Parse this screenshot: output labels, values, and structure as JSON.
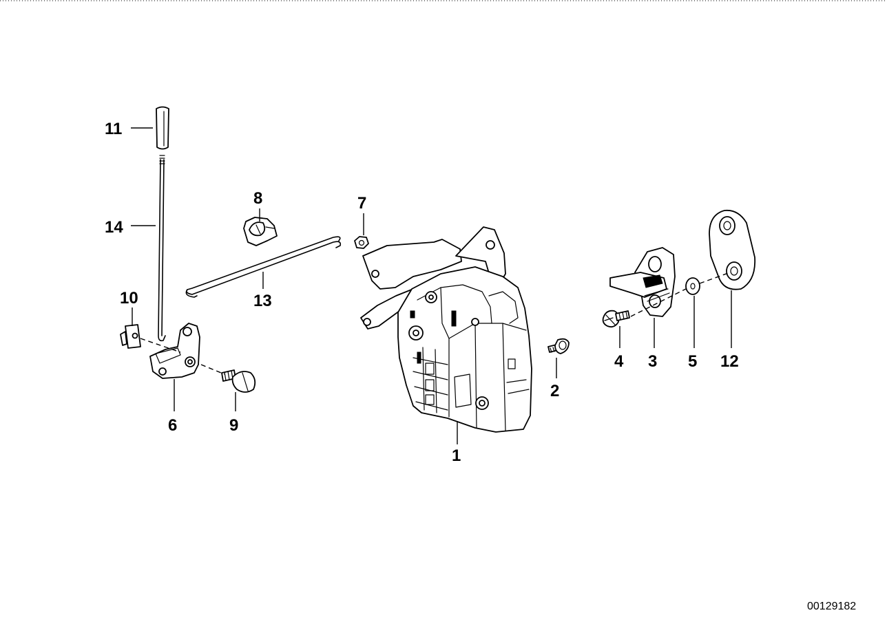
{
  "diagram": {
    "drawing_number": "00129182",
    "callouts": [
      {
        "id": "1",
        "label": "1"
      },
      {
        "id": "2",
        "label": "2"
      },
      {
        "id": "3",
        "label": "3"
      },
      {
        "id": "4",
        "label": "4"
      },
      {
        "id": "5",
        "label": "5"
      },
      {
        "id": "6",
        "label": "6"
      },
      {
        "id": "7",
        "label": "7"
      },
      {
        "id": "8",
        "label": "8"
      },
      {
        "id": "9",
        "label": "9"
      },
      {
        "id": "10",
        "label": "10"
      },
      {
        "id": "11",
        "label": "11"
      },
      {
        "id": "12",
        "label": "12"
      },
      {
        "id": "13",
        "label": "13"
      },
      {
        "id": "14",
        "label": "14"
      }
    ]
  }
}
